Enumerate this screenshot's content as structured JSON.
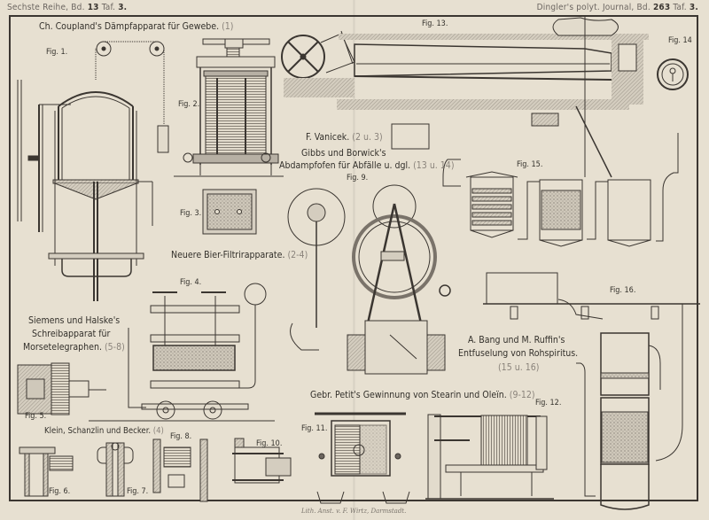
{
  "plate": {
    "header_left": {
      "prefix": "Sechste Reihe, Bd.",
      "volume": "13",
      "mid": "Taf.",
      "plate": "3."
    },
    "header_right": {
      "prefix": "Dingler's polyt. Journal, Bd.",
      "volume": "263",
      "mid": "Taf.",
      "plate": "3."
    },
    "credit": "Lith. Anst. v. F. Wirtz, Darmstadt."
  },
  "titles": [
    {
      "text": "Ch. Coupland's Dämpfapparat für Gewebe.",
      "ref": "(1)"
    },
    {
      "text": "F. Vanicek.",
      "ref": "(2 u. 3)"
    },
    {
      "text": "Gibbs und Borwick's",
      "ref": ""
    },
    {
      "text": "Abdampfofen für Abfälle u. dgl.",
      "ref": "(13 u. 14)"
    },
    {
      "text": "Neuere Bier-Filtrirapparate.",
      "ref": "(2-4)"
    },
    {
      "text": "Siemens und Halske's",
      "ref": ""
    },
    {
      "text": "Schreibapparat für",
      "ref": ""
    },
    {
      "text": "Morsetelegraphen.",
      "ref": "(5-8)"
    },
    {
      "text": "A. Bang und M. Ruffin's",
      "ref": ""
    },
    {
      "text": "Entfuselung von Rohspiritus.",
      "ref": ""
    },
    {
      "text": "",
      "ref": "(15 u. 16)"
    },
    {
      "text": "Gebr. Petit's Gewinnung von Stearin und Oleïn.",
      "ref": "(9-12)"
    },
    {
      "text": "Klein, Schanzlin und Becker.",
      "ref": "(4)"
    }
  ],
  "figures": [
    "Fig. 1.",
    "Fig. 2.",
    "Fig. 3.",
    "Fig. 4.",
    "Fig. 5.",
    "Fig. 6.",
    "Fig. 7.",
    "Fig. 8.",
    "Fig. 9.",
    "Fig. 10.",
    "Fig. 11.",
    "Fig. 12.",
    "Fig. 13.",
    "Fig. 14",
    "Fig. 15.",
    "Fig. 16."
  ],
  "colors": {
    "paper": "#e7e0d1",
    "ink": "#3b3631",
    "hatch": "#b7b0a4",
    "ref": "#8a837b"
  }
}
